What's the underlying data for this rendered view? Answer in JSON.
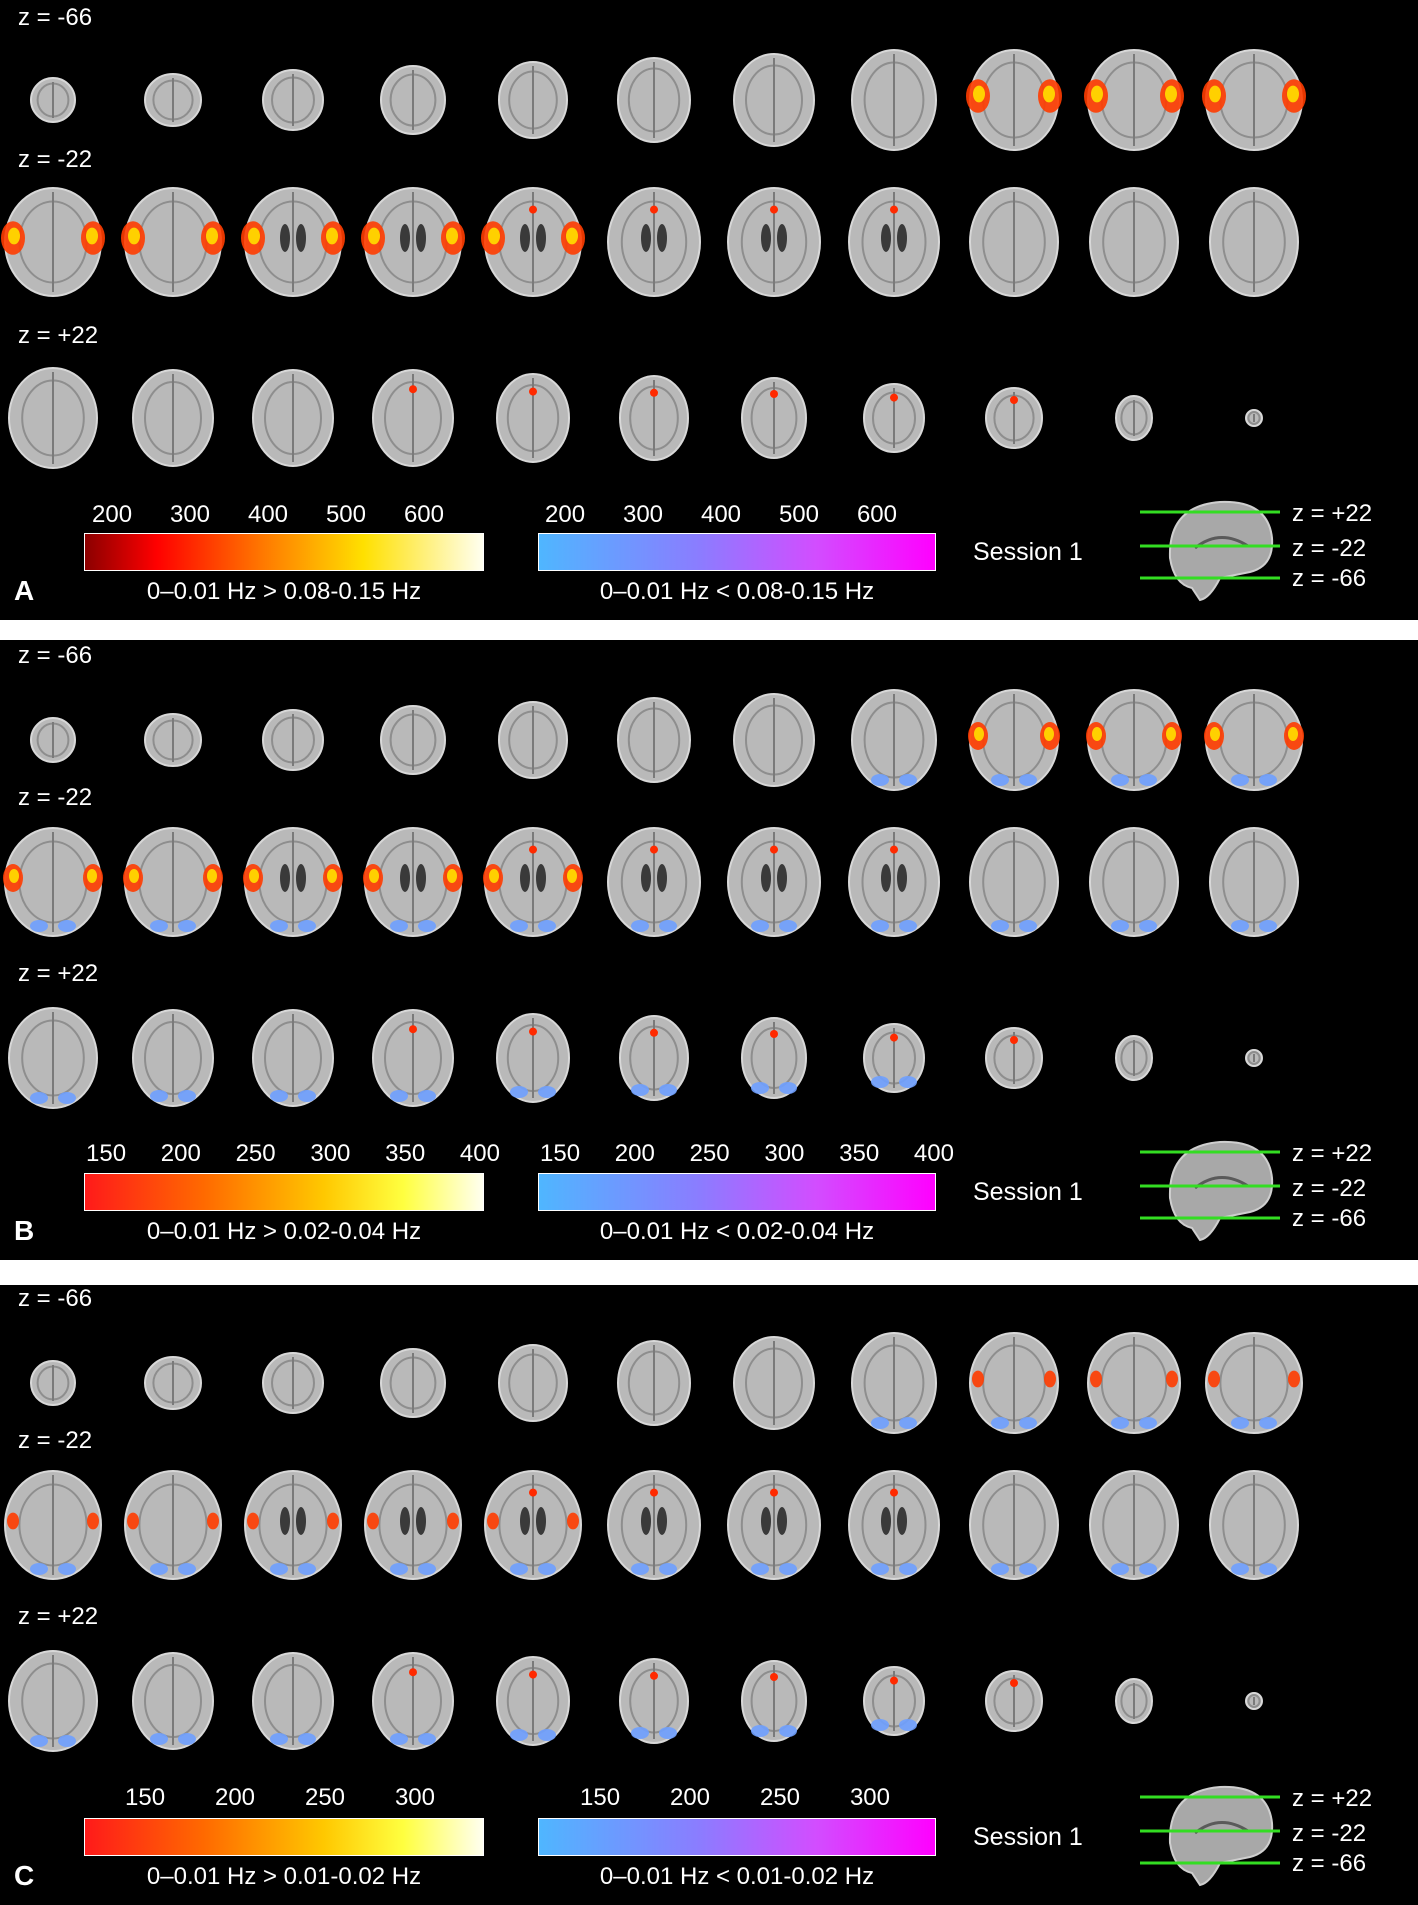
{
  "panels": [
    {
      "letter": "A",
      "rows": [
        "z = -66",
        "z = -22",
        "z = +22"
      ],
      "hot": {
        "ticks": [
          "200",
          "300",
          "400",
          "500",
          "600"
        ],
        "caption": "0–0.01 Hz > 0.08-0.15 Hz"
      },
      "cool": {
        "ticks": [
          "200",
          "300",
          "400",
          "500",
          "600"
        ],
        "caption": "0–0.01 Hz < 0.08-0.15 Hz"
      },
      "session": "Session 1",
      "sagittal": [
        "z = +22",
        "z = -22",
        "z = -66"
      ]
    },
    {
      "letter": "B",
      "rows": [
        "z = -66",
        "z = -22",
        "z = +22"
      ],
      "hot": {
        "ticks": [
          "150",
          "200",
          "250",
          "300",
          "350",
          "400"
        ],
        "caption": "0–0.01 Hz > 0.02-0.04 Hz"
      },
      "cool": {
        "ticks": [
          "150",
          "200",
          "250",
          "300",
          "350",
          "400"
        ],
        "caption": "0–0.01 Hz < 0.02-0.04 Hz"
      },
      "session": "Session 1",
      "sagittal": [
        "z = +22",
        "z = -22",
        "z = -66"
      ]
    },
    {
      "letter": "C",
      "rows": [
        "z = -66",
        "z = -22",
        "z = +22"
      ],
      "hot": {
        "ticks": [
          "150",
          "200",
          "250",
          "300"
        ],
        "caption": "0–0.01 Hz > 0.01-0.02 Hz"
      },
      "cool": {
        "ticks": [
          "150",
          "200",
          "250",
          "300"
        ],
        "caption": "0–0.01 Hz < 0.01-0.02 Hz"
      },
      "session": "Session 1",
      "sagittal": [
        "z = +22",
        "z = -22",
        "z = -66"
      ]
    }
  ],
  "colors": {
    "panel_bg": "#000000",
    "separator": "#ffffff",
    "hot_accent": "#ff2a00",
    "cool_accent": "#6fa0ff",
    "slice_line": "#33dd22"
  }
}
